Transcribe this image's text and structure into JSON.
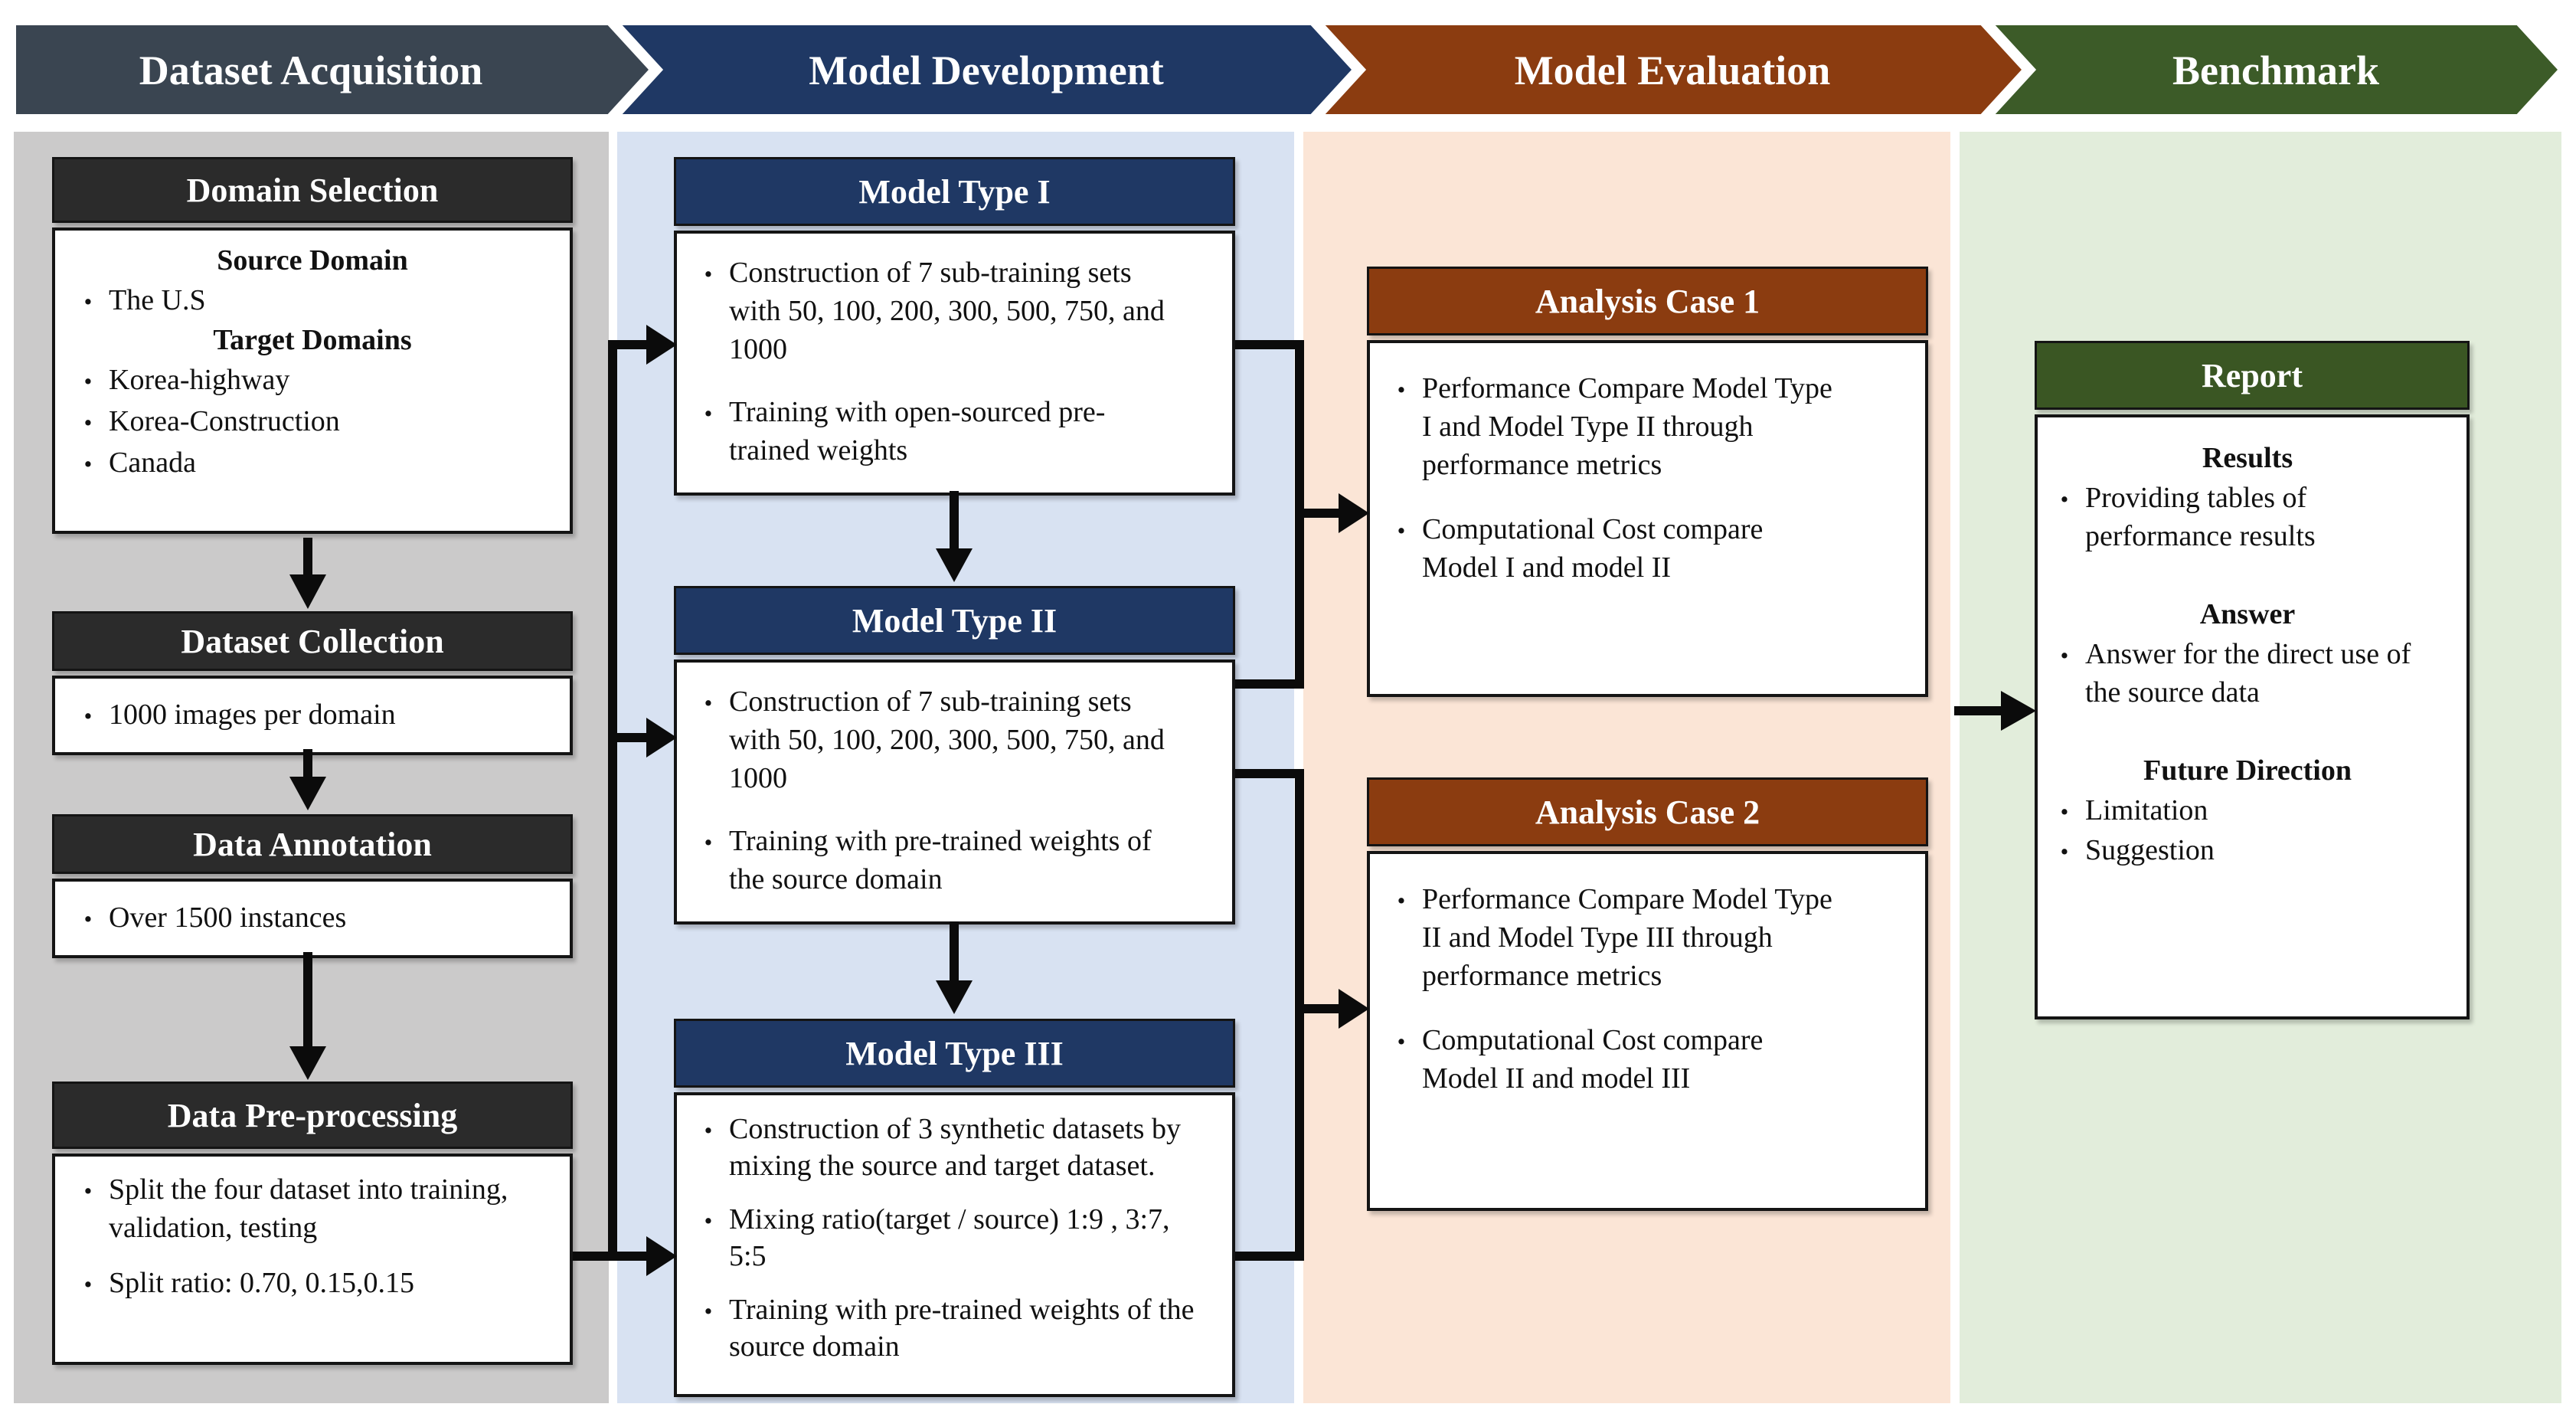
{
  "banners": [
    {
      "label": "Dataset Acquisition"
    },
    {
      "label": "Model Development"
    },
    {
      "label": "Model Evaluation"
    },
    {
      "label": "Benchmark"
    }
  ],
  "colors": {
    "banner_slate": "#3A4551",
    "banner_navy": "#1F3864",
    "banner_brown": "#8B3C10",
    "banner_green": "#3C5B28",
    "panel_gray": "#CBCACA",
    "panel_blue": "#D8E2F2",
    "panel_peach": "#FBE5D6",
    "panel_green": "#E2EDDB",
    "stage_header_black": "#2B2B2B",
    "report_header_green": "#3A5623",
    "connector_black": "#0B0B0B"
  },
  "acquisition": {
    "domain_selection": {
      "title": "Domain Selection",
      "source_heading": "Source Domain",
      "source_items": [
        "The U.S"
      ],
      "target_heading": "Target Domains",
      "target_items": [
        "Korea-highway",
        "Korea-Construction",
        "Canada"
      ]
    },
    "dataset_collection": {
      "title": "Dataset Collection",
      "items": [
        "1000 images per domain"
      ]
    },
    "data_annotation": {
      "title": "Data Annotation",
      "items": [
        "Over 1500 instances"
      ]
    },
    "data_preprocessing": {
      "title": "Data Pre-processing",
      "items": [
        "Split the four dataset into training, validation, testing",
        "Split ratio: 0.70, 0.15,0.15"
      ]
    }
  },
  "development": {
    "model_type_1": {
      "title": "Model Type I",
      "items": [
        "Construction of 7 sub-training sets with 50, 100, 200, 300, 500, 750, and 1000",
        "Training with open-sourced pre-trained weights"
      ]
    },
    "model_type_2": {
      "title": "Model Type II",
      "items": [
        "Construction of 7 sub-training sets with 50, 100, 200, 300, 500, 750, and 1000",
        "Training with pre-trained weights of the source domain"
      ]
    },
    "model_type_3": {
      "title": "Model Type III",
      "items": [
        "Construction of 3 synthetic datasets by mixing the source and target dataset.",
        "Mixing ratio(target / source) 1:9 , 3:7, 5:5",
        "Training with pre-trained weights of the source domain"
      ]
    }
  },
  "evaluation": {
    "case_1": {
      "title": "Analysis Case 1",
      "items": [
        "Performance Compare Model Type I and Model Type II through performance metrics",
        "Computational Cost compare Model I and model II"
      ]
    },
    "case_2": {
      "title": "Analysis Case 2",
      "items": [
        "Performance Compare Model Type II and Model Type III through performance metrics",
        "Computational Cost compare Model II and model III"
      ]
    }
  },
  "benchmark": {
    "report": {
      "title": "Report",
      "sections": [
        {
          "heading": "Results",
          "items": [
            "Providing tables of performance results"
          ]
        },
        {
          "heading": "Answer",
          "items": [
            "Answer for the direct use of the source data"
          ]
        },
        {
          "heading": "Future Direction",
          "items": [
            "Limitation",
            "Suggestion"
          ]
        }
      ]
    }
  }
}
